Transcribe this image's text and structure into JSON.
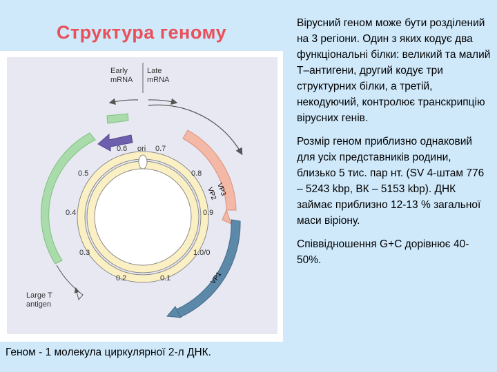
{
  "slide": {
    "title": "Структура геному",
    "caption": "Геном -  1 молекула циркулярної 2-л ДНК.",
    "paragraphs": [
      "Вірусний геном може бути розділений на 3 регіони. Один з яких кодує два функціональні білки: великий та малий Т–антигени, другий кодує три структурних білки, а третій, некодуючий, контролює транскрипцію вірусних генів.",
      "Розмір геном приблизно однаковий для усіх представників родини, близько 5 тис. пар нт. (SV 4-штам 776 – 5243 kbp, ВК – 5153 kbp). ДНК займає приблизно 12-13 % загальної маси віріону.",
      "Співвідношення G+C дорівнює 40-50%."
    ]
  },
  "diagram": {
    "early_label_1": "Early",
    "early_label_2": "mRNA",
    "late_label_1": "Late",
    "late_label_2": "mRNA",
    "ori_label": "ori",
    "large_t_label_1": "Large T",
    "large_t_label_2": "antigen",
    "vp1_label": "VP1",
    "vp2_label": "VP2",
    "vp3_label": "VP3",
    "map_units": [
      {
        "label": "0.6"
      },
      {
        "label": "0.7"
      },
      {
        "label": "0.5"
      },
      {
        "label": "0.8"
      },
      {
        "label": "0.4"
      },
      {
        "label": "0.9"
      },
      {
        "label": "0.3"
      },
      {
        "label": "1.0/0"
      },
      {
        "label": "0.2"
      },
      {
        "label": "0.1"
      }
    ]
  }
}
